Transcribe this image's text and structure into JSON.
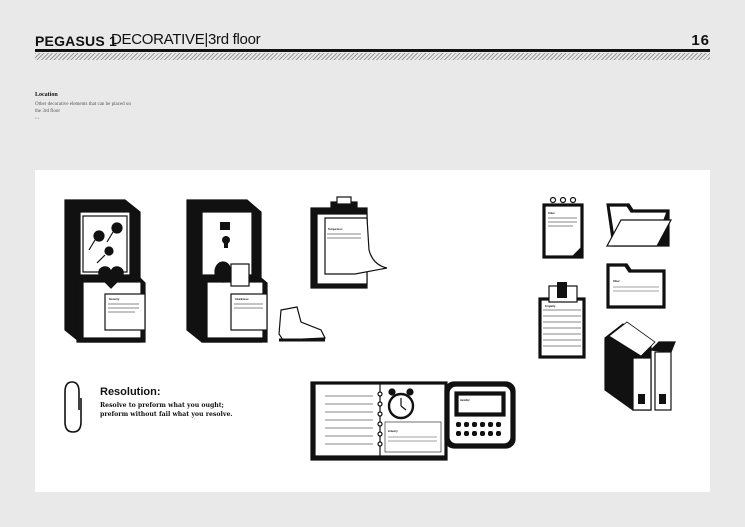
{
  "header": {
    "brand": "PEGASUS 1",
    "subtitle": "DECORATIVE|3rd floor",
    "page_number": "16"
  },
  "location": {
    "title": "Location",
    "description": "Other decorative elements that can be placed on the 3rd floor",
    "note": "* *"
  },
  "resolution": {
    "title": "Resolution:",
    "line1": "Resolve to preform what you ought;",
    "line2": "preform without fail what you resolve."
  },
  "labels": {
    "sincerity": "Sincerity:",
    "cleanliness": "Cleanliness:",
    "temperance": "Temperance:",
    "order": "Order:",
    "frugality": "Frugality:",
    "other": "Other:",
    "industry": "Industry:",
    "humility": "Humility:"
  },
  "colors": {
    "page_bg": "#e9e9ea",
    "ink": "#111111",
    "panel_bg": "#ffffff"
  },
  "icons": [
    "box-icon",
    "pushpin-icon",
    "heart-icon",
    "keyhole-icon",
    "boot-icon",
    "clipboard-icon",
    "paperclip-icon",
    "notebook-icon",
    "alarm-clock-icon",
    "calculator-icon",
    "notepad-icon",
    "folder-icon",
    "binder-icon"
  ]
}
